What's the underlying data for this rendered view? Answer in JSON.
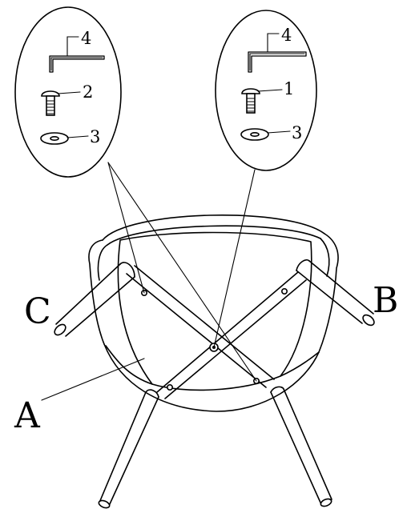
{
  "diagram": {
    "callout_left": {
      "allen_key_number": "4",
      "bolt_number": "2",
      "washer_number": "3"
    },
    "callout_right": {
      "allen_key_number": "4",
      "bolt_number": "1",
      "washer_number": "3"
    },
    "part_labels": {
      "seat": "A",
      "leg_right": "B",
      "leg_left": "C"
    }
  },
  "colors": {
    "ink": "#000000",
    "background": "#ffffff"
  }
}
